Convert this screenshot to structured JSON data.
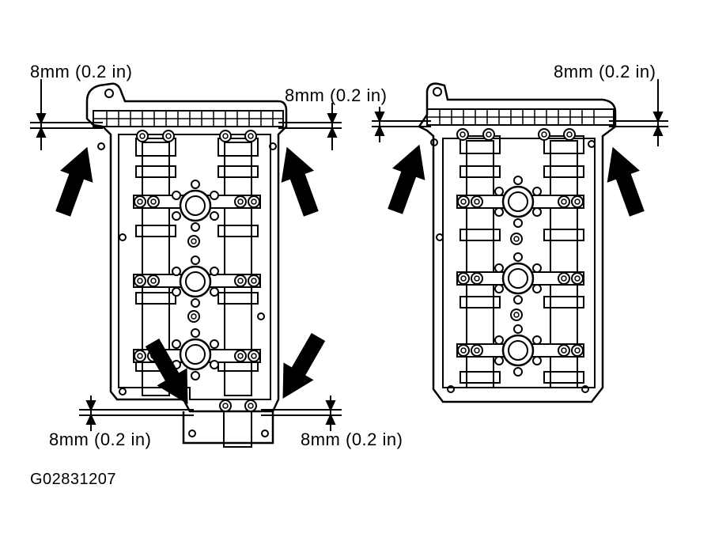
{
  "labels": {
    "left_top_left": "8mm (0.2 in)",
    "left_top_right": "8mm (0.2 in)",
    "left_bottom_left": "8mm (0.2 in)",
    "left_bottom_right": "8mm (0.2 in)",
    "right_top_right": "8mm (0.2 in)"
  },
  "figure_code": "G02831207",
  "colors": {
    "ink": "#000000",
    "paper": "#ffffff"
  }
}
